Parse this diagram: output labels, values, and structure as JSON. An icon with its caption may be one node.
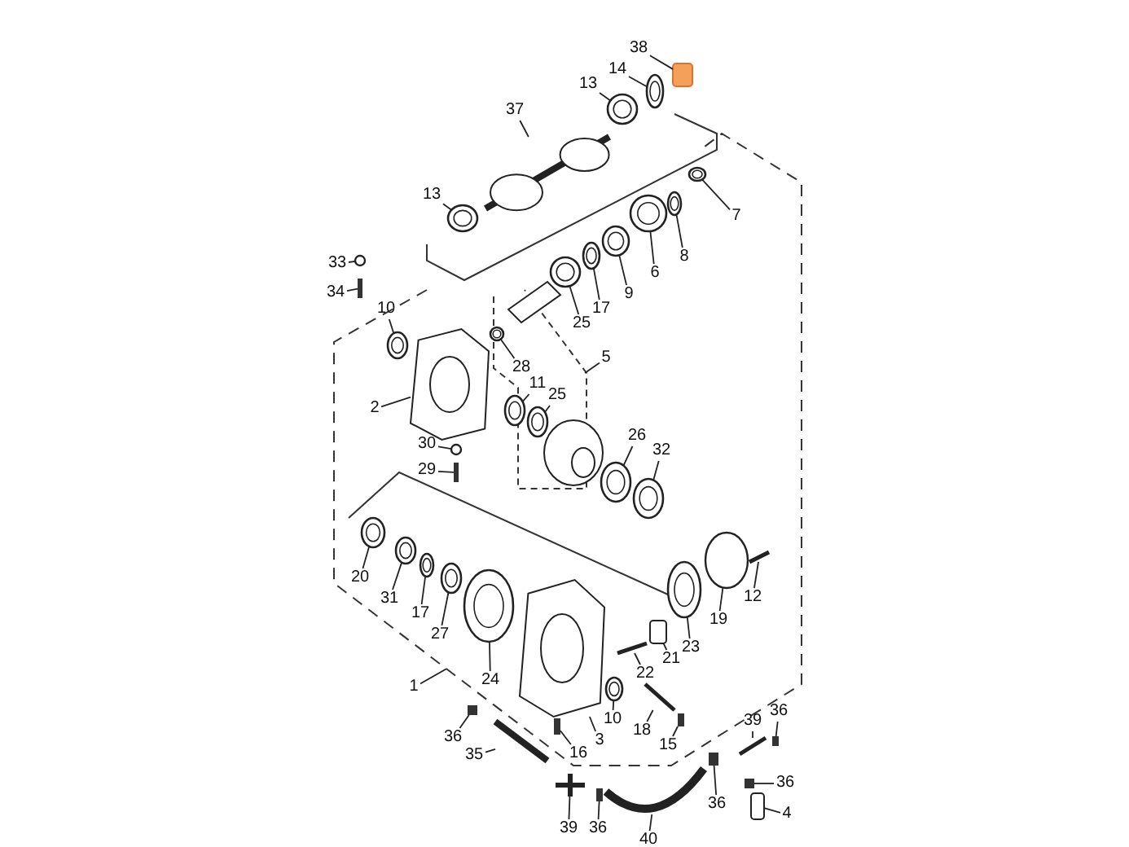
{
  "diagram": {
    "nodes": [
      {
        "text": [
          "38"
        ]
      },
      {
        "text": [
          "14"
        ]
      },
      {
        "text": [
          "13"
        ]
      },
      {
        "text": [
          "37"
        ]
      },
      {
        "text": [
          "7"
        ]
      },
      {
        "text": [
          "13"
        ]
      },
      {
        "text": [
          "8"
        ]
      },
      {
        "text": [
          "6"
        ]
      },
      {
        "text": [
          "9"
        ]
      },
      {
        "text": [
          "17"
        ]
      },
      {
        "text": [
          "25"
        ]
      },
      {
        "text": [
          "33"
        ]
      },
      {
        "text": [
          "34"
        ]
      },
      {
        "text": [
          "10"
        ]
      },
      {
        "text": [
          "28"
        ]
      },
      {
        "text": [
          "5"
        ]
      },
      {
        "text": [
          "11"
        ]
      },
      {
        "text": [
          "25"
        ]
      },
      {
        "text": [
          "2"
        ]
      },
      {
        "text": [
          "26"
        ]
      },
      {
        "text": [
          "32"
        ]
      },
      {
        "text": [
          "30"
        ]
      },
      {
        "text": [
          "29"
        ]
      },
      {
        "text": [
          "20"
        ]
      },
      {
        "text": [
          "31"
        ]
      },
      {
        "text": [
          "17"
        ]
      },
      {
        "text": [
          "27"
        ]
      },
      {
        "text": [
          "1"
        ]
      },
      {
        "text": [
          "24"
        ]
      },
      {
        "text": [
          "3"
        ]
      },
      {
        "text": [
          "10"
        ]
      },
      {
        "text": [
          "16"
        ]
      },
      {
        "text": [
          "18"
        ]
      },
      {
        "text": [
          "15"
        ]
      },
      {
        "text": [
          "22"
        ]
      },
      {
        "text": [
          "21"
        ]
      },
      {
        "text": [
          "23"
        ]
      },
      {
        "text": [
          "19"
        ]
      },
      {
        "text": [
          "12"
        ]
      },
      {
        "text": [
          "36"
        ]
      },
      {
        "text": [
          "35"
        ]
      },
      {
        "text": [
          "39"
        ]
      },
      {
        "text": [
          "36"
        ]
      },
      {
        "text": [
          "40"
        ]
      },
      {
        "text": [
          "36"
        ]
      },
      {
        "text": [
          "39"
        ]
      },
      {
        "text": [
          "36"
        ]
      },
      {
        "text": [
          "36"
        ]
      },
      {
        "text": [
          "4"
        ]
      },
      {
        "text": [],
        "shape": "box"
      },
      {
        "text": [],
        "shape": "ring"
      },
      {
        "text": [],
        "shape": "ring"
      },
      {
        "text": [],
        "shape": "picture"
      },
      {
        "text": [],
        "shape": "ring"
      },
      {
        "text": [],
        "shape": "ring"
      },
      {
        "text": [],
        "shape": "ring"
      },
      {
        "text": [],
        "shape": "ring"
      },
      {
        "text": [],
        "shape": "ring"
      },
      {
        "text": [],
        "shape": "ring"
      },
      {
        "text": [],
        "shape": "ring"
      },
      {
        "text": [],
        "shape": "circle"
      },
      {
        "text": [],
        "shape": "bar"
      },
      {
        "text": [],
        "shape": "ring"
      },
      {
        "text": [],
        "shape": "ring"
      },
      {
        "text": [],
        "shape": "ring"
      },
      {
        "text": [],
        "shape": "ring"
      },
      {
        "text": [],
        "shape": "picture"
      },
      {
        "text": [],
        "shape": "ring"
      },
      {
        "text": [],
        "shape": "ring"
      },
      {
        "text": [],
        "shape": "circle"
      },
      {
        "text": [],
        "shape": "bar"
      },
      {
        "text": [],
        "shape": "ring"
      },
      {
        "text": [],
        "shape": "ring"
      },
      {
        "text": [],
        "shape": "ring"
      },
      {
        "text": [],
        "shape": "ring"
      },
      {
        "text": [],
        "shape": "ring"
      },
      {
        "text": [],
        "shape": "picture"
      },
      {
        "text": [],
        "shape": "ring"
      },
      {
        "text": [],
        "shape": "bar"
      },
      {
        "text": [],
        "shape": "bar"
      },
      {
        "text": [],
        "shape": "bar"
      },
      {
        "text": [],
        "shape": "bar"
      },
      {
        "text": [],
        "shape": "box"
      },
      {
        "text": [],
        "shape": "ring"
      },
      {
        "text": [],
        "shape": "circle"
      },
      {
        "text": [],
        "shape": "bar"
      },
      {
        "text": [],
        "shape": "bar"
      },
      {
        "text": [],
        "shape": "tube"
      },
      {
        "text": [],
        "shape": "bar"
      },
      {
        "text": [],
        "shape": "bar"
      },
      {
        "text": [],
        "shape": "tube"
      },
      {
        "text": [],
        "shape": "bar"
      },
      {
        "text": [],
        "shape": "bar"
      },
      {
        "text": [],
        "shape": "bar"
      },
      {
        "text": [],
        "shape": "bar"
      },
      {
        "text": [],
        "shape": "box"
      }
    ],
    "edges": [
      {
        "from": 0,
        "to": 49,
        "arrow": "none"
      },
      {
        "from": 1,
        "to": 50,
        "arrow": "none"
      },
      {
        "from": 2,
        "to": 51,
        "arrow": "none"
      },
      {
        "from": 3,
        "to": 52,
        "arrow": "none"
      },
      {
        "from": 4,
        "to": 53,
        "arrow": "none"
      },
      {
        "from": 5,
        "to": 54,
        "arrow": "none"
      },
      {
        "from": 6,
        "to": 55,
        "arrow": "none"
      },
      {
        "from": 7,
        "to": 56,
        "arrow": "none"
      },
      {
        "from": 8,
        "to": 57,
        "arrow": "none"
      },
      {
        "from": 9,
        "to": 58,
        "arrow": "none"
      },
      {
        "from": 10,
        "to": 59,
        "arrow": "none"
      },
      {
        "from": 11,
        "to": 60,
        "arrow": "none"
      },
      {
        "from": 12,
        "to": 61,
        "arrow": "none"
      },
      {
        "from": 13,
        "to": 62,
        "arrow": "none"
      },
      {
        "from": 14,
        "to": 63,
        "arrow": "none"
      },
      {
        "from": 15,
        "to": null,
        "arrow": "none"
      },
      {
        "from": 16,
        "to": 64,
        "arrow": "none"
      },
      {
        "from": 17,
        "to": 65,
        "arrow": "none"
      },
      {
        "from": 18,
        "to": 66,
        "arrow": "none"
      },
      {
        "from": 19,
        "to": 67,
        "arrow": "none"
      },
      {
        "from": 20,
        "to": 68,
        "arrow": "none"
      },
      {
        "from": 21,
        "to": 69,
        "arrow": "none"
      },
      {
        "from": 22,
        "to": 70,
        "arrow": "none"
      },
      {
        "from": 23,
        "to": 71,
        "arrow": "none"
      },
      {
        "from": 24,
        "to": 72,
        "arrow": "none"
      },
      {
        "from": 25,
        "to": 73,
        "arrow": "none"
      },
      {
        "from": 26,
        "to": 74,
        "arrow": "none"
      },
      {
        "from": 27,
        "to": null,
        "arrow": "none"
      },
      {
        "from": 28,
        "to": 75,
        "arrow": "none"
      },
      {
        "from": 29,
        "to": 76,
        "arrow": "none"
      },
      {
        "from": 30,
        "to": 77,
        "arrow": "none"
      },
      {
        "from": 31,
        "to": 78,
        "arrow": "none"
      },
      {
        "from": 32,
        "to": 79,
        "arrow": "none"
      },
      {
        "from": 33,
        "to": 80,
        "arrow": "none"
      },
      {
        "from": 34,
        "to": 81,
        "arrow": "none"
      },
      {
        "from": 35,
        "to": 82,
        "arrow": "none"
      },
      {
        "from": 36,
        "to": 83,
        "arrow": "none"
      },
      {
        "from": 37,
        "to": 84,
        "arrow": "none"
      },
      {
        "from": 38,
        "to": 85,
        "arrow": "none"
      },
      {
        "from": 39,
        "to": 86,
        "arrow": "none"
      },
      {
        "from": 40,
        "to": 87,
        "arrow": "none"
      },
      {
        "from": 41,
        "to": 88,
        "arrow": "none"
      },
      {
        "from": 42,
        "to": 89,
        "arrow": "none"
      },
      {
        "from": 43,
        "to": 90,
        "arrow": "none"
      },
      {
        "from": 44,
        "to": 91,
        "arrow": "none"
      },
      {
        "from": 45,
        "to": 92,
        "arrow": "none"
      },
      {
        "from": 46,
        "to": 93,
        "arrow": "none"
      },
      {
        "from": 47,
        "to": 94,
        "arrow": "none"
      },
      {
        "from": 48,
        "to": 95,
        "arrow": "none"
      }
    ]
  }
}
